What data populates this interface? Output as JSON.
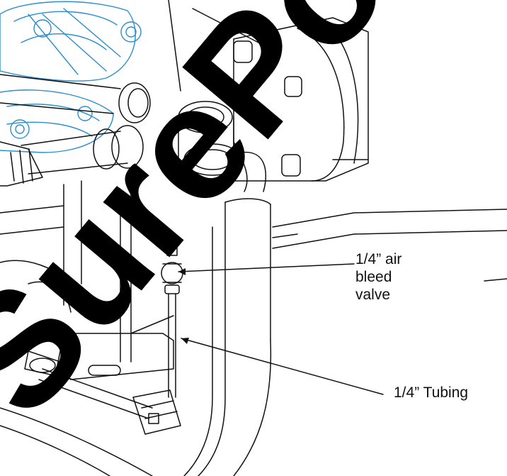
{
  "callouts": {
    "air_bleed_valve": [
      "1/4” air",
      "bleed",
      "valve"
    ],
    "tubing": "1/4” Tubing"
  },
  "watermark": {
    "text": "SurePoint",
    "color": "#000000"
  },
  "colors": {
    "line": "#111111",
    "pump_housing": "#2a8fd0",
    "background": "#ffffff"
  }
}
